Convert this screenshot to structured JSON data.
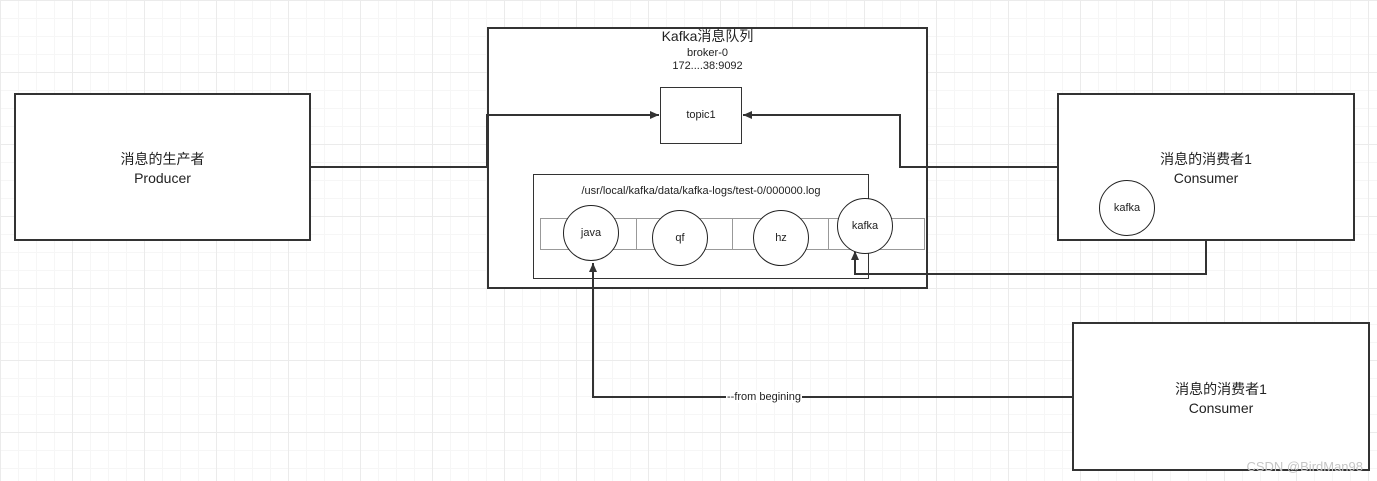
{
  "producer": {
    "title": "消息的生产者",
    "subtitle": "Producer"
  },
  "kafka_box": {
    "title": "Kafka消息队列",
    "broker": "broker-0",
    "address": "172....38:9092"
  },
  "topic": {
    "label": "topic1"
  },
  "log": {
    "path": "/usr/local/kafka/data/kafka-logs/test-0/000000.log",
    "messages": [
      "java",
      "qf",
      "hz",
      "kafka"
    ]
  },
  "consumer_top": {
    "title": "消息的消费者1",
    "subtitle": "Consumer",
    "badge": "kafka"
  },
  "consumer_bottom": {
    "title": "消息的消费者1",
    "subtitle": "Consumer"
  },
  "edge_label": "--from begining",
  "watermark": "CSDN @BirdMan98",
  "colors": {
    "stroke": "#333333",
    "grid": "#ebebeb",
    "background": "#ffffff"
  }
}
